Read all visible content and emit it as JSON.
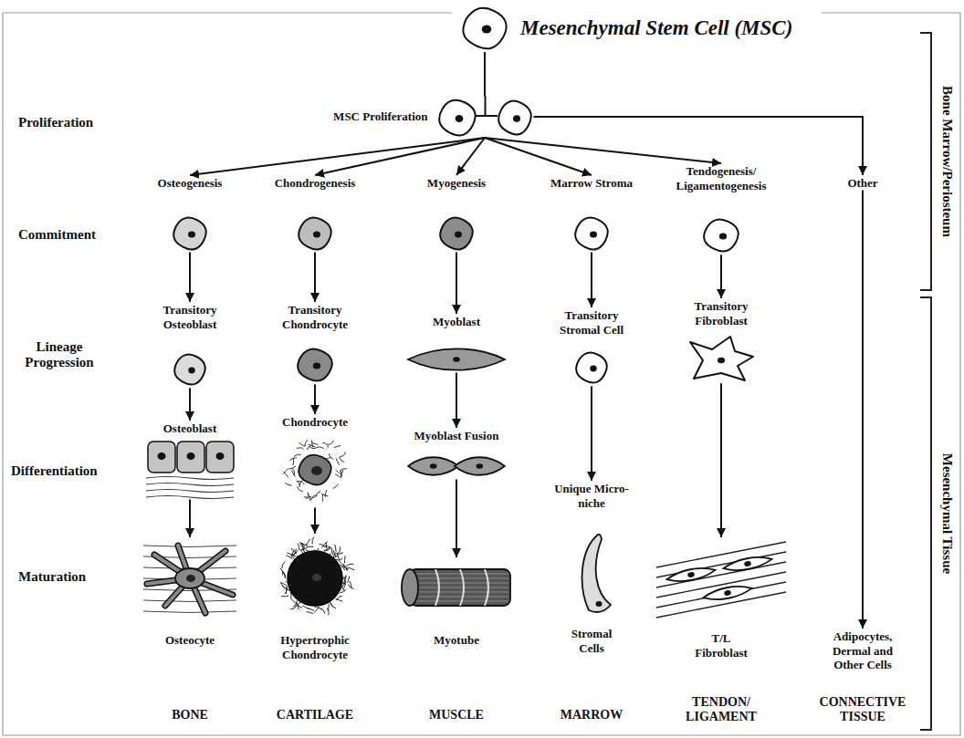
{
  "diagram": {
    "nodes": [
      {
        "text": [
          "Mesenchymal Stem Cell (MSC)"
        ]
      },
      {
        "text": [
          "MSC Proliferation"
        ]
      },
      {
        "text": [
          "Osteogenesis"
        ]
      },
      {
        "text": [
          "Chondrogenesis"
        ]
      },
      {
        "text": [
          "Myogenesis"
        ]
      },
      {
        "text": [
          "Marrow Stroma"
        ]
      },
      {
        "text": [
          "Tendogenesis/ Ligamentogenesis"
        ]
      },
      {
        "text": [
          "Other"
        ]
      },
      {
        "text": [
          "Transitory Osteoblast"
        ]
      },
      {
        "text": [
          "Transitory Chondrocyte"
        ]
      },
      {
        "text": [
          "Myoblast"
        ]
      },
      {
        "text": [
          "Transitory Stromal Cell"
        ]
      },
      {
        "text": [
          "Transitory Fibroblast"
        ]
      },
      {
        "text": [
          "Osteoblast"
        ]
      },
      {
        "text": [
          "Chondrocyte"
        ]
      },
      {
        "text": [
          "Myoblast Fusion"
        ]
      },
      {
        "text": [
          "Osteocyte"
        ]
      },
      {
        "text": [
          "Hypertrophic Chondrocyte"
        ]
      },
      {
        "text": [
          "Myotube"
        ]
      },
      {
        "text": [
          "Unique Micro-niche",
          "Stromal Cells"
        ]
      },
      {
        "text": [
          "T/L Fibroblast"
        ]
      },
      {
        "text": [
          "Adipocytes, Dermal and Other Cells"
        ]
      }
    ],
    "edges": [
      {
        "from": 0,
        "to": 1,
        "arrow": "none"
      },
      {
        "from": 1,
        "to": 2,
        "arrow": "to"
      },
      {
        "from": 1,
        "to": 3,
        "arrow": "to"
      },
      {
        "from": 1,
        "to": 4,
        "arrow": "to"
      },
      {
        "from": 1,
        "to": 5,
        "arrow": "to"
      },
      {
        "from": 1,
        "to": 6,
        "arrow": "to"
      },
      {
        "from": 1,
        "to": 7,
        "arrow": "to"
      },
      {
        "from": 2,
        "to": 8,
        "arrow": "to"
      },
      {
        "from": 3,
        "to": 9,
        "arrow": "to"
      },
      {
        "from": 4,
        "to": 10,
        "arrow": "to"
      },
      {
        "from": 5,
        "to": 11,
        "arrow": "to"
      },
      {
        "from": 6,
        "to": 12,
        "arrow": "to"
      },
      {
        "from": 8,
        "to": 13,
        "arrow": "to"
      },
      {
        "from": 9,
        "to": 14,
        "arrow": "to"
      },
      {
        "from": 10,
        "to": 15,
        "arrow": "to"
      },
      {
        "from": 13,
        "to": 16,
        "arrow": "to"
      },
      {
        "from": 14,
        "to": 17,
        "arrow": "to"
      },
      {
        "from": 15,
        "to": 18,
        "arrow": "to"
      },
      {
        "from": 11,
        "to": 19,
        "arrow": "to"
      },
      {
        "from": 12,
        "to": 20,
        "arrow": "to"
      },
      {
        "from": 7,
        "to": 21,
        "arrow": "to"
      }
    ],
    "labels": [
      "Proliferation",
      "Commitment",
      "Lineage Progression",
      "Differentiation",
      "Maturation",
      "BONE",
      "CARTILAGE",
      "MUSCLE",
      "MARROW",
      "TENDON/ LIGAMENT",
      "CONNECTIVE TISSUE",
      "Bone Marrow/Periosteum",
      "Mesenchymal Tissue"
    ]
  }
}
